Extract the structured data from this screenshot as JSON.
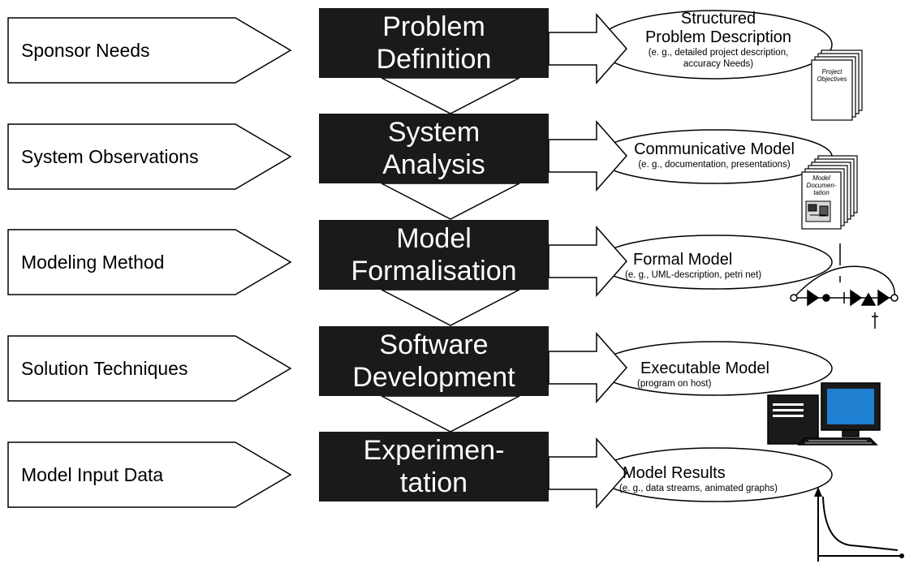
{
  "inputs": [
    "Sponsor Needs",
    "System Observations",
    "Modeling Method",
    "Solution Techniques",
    "Model Input Data"
  ],
  "phases": [
    {
      "line1": "Problem",
      "line2": "Definition"
    },
    {
      "line1": "System",
      "line2": "Analysis"
    },
    {
      "line1": "Model",
      "line2": "Formalisation"
    },
    {
      "line1": "Software",
      "line2": "Development"
    },
    {
      "line1": "Experimen-",
      "line2": "tation"
    }
  ],
  "outputs": [
    {
      "title1": "Structured",
      "title2": "Problem Description",
      "sub1": "(e. g., detailed project description,",
      "sub2": "accuracy Needs)"
    },
    {
      "title1": "Communicative Model",
      "title2": "",
      "sub1": "(e. g., documentation, presentations)",
      "sub2": ""
    },
    {
      "title1": "Formal Model",
      "title2": "",
      "sub1": "(e. g., UML-description, petri net)",
      "sub2": ""
    },
    {
      "title1": "Executable Model",
      "title2": "",
      "sub1": "(program on host)",
      "sub2": ""
    },
    {
      "title1": "Model Results",
      "title2": "",
      "sub1": "(e. g., data streams, animated graphs)",
      "sub2": ""
    }
  ],
  "icons": {
    "project_doc": {
      "line1": "Project",
      "line2": "Objectives"
    },
    "model_doc": {
      "line1": "Model",
      "line2": "Documen-",
      "line3": "tation"
    }
  },
  "colors": {
    "phase_fill": "#1a1a1a",
    "line": "#000000",
    "screen": "#1f7fd0"
  }
}
